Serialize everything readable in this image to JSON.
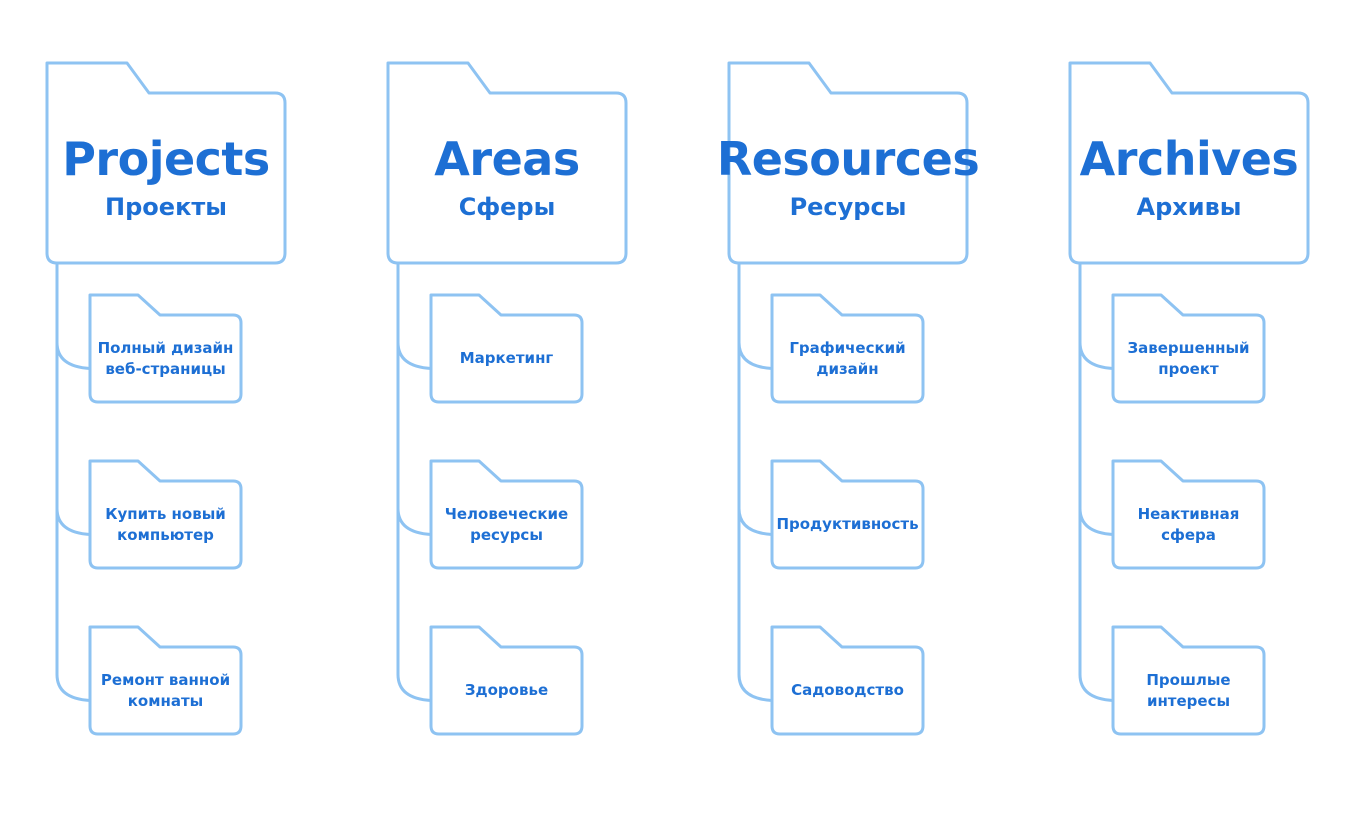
{
  "columns": [
    {
      "title_en": "Projects",
      "title_ru": "Проекты",
      "items": [
        "Полный дизайн веб-страницы",
        "Купить новый компьютер",
        "Ремонт ванной комнаты"
      ]
    },
    {
      "title_en": "Areas",
      "title_ru": "Сферы",
      "items": [
        "Маркетинг",
        "Человеческие ресурсы",
        "Здоровье"
      ]
    },
    {
      "title_en": "Resources",
      "title_ru": "Ресурсы",
      "items": [
        "Графический дизайн",
        "Продуктивность",
        "Садоводство"
      ]
    },
    {
      "title_en": "Archives",
      "title_ru": "Архивы",
      "items": [
        "Завершенный проект",
        "Неактивная сфера",
        "Прошлые интересы"
      ]
    }
  ],
  "colors": {
    "outline": "#8ec3f2",
    "text": "#1d6fd4",
    "background": "#ffffff"
  },
  "icons": {
    "category": "folder-icon",
    "item": "folder-icon"
  }
}
